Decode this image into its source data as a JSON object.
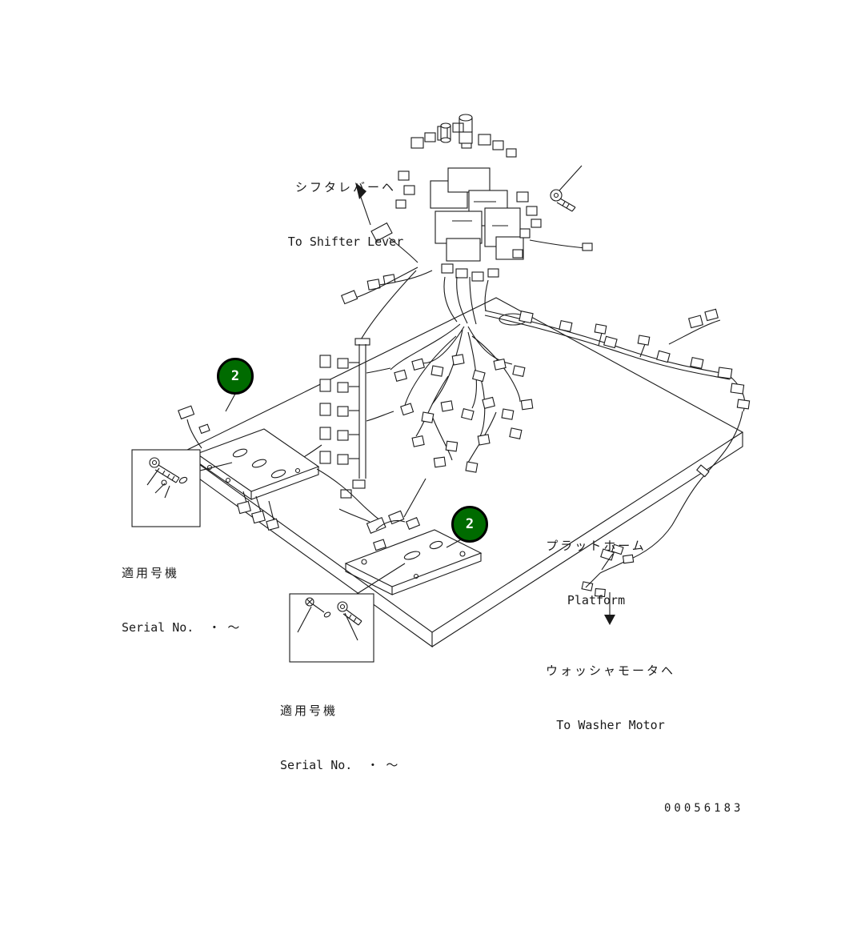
{
  "labels": {
    "to_shifter_lever": {
      "jp": "シフタレバーヘ",
      "en": "To Shifter Lever"
    },
    "platform": {
      "jp": "プラットホーム",
      "en": "Platform"
    },
    "to_washer_motor": {
      "jp": "ウォッシャモータヘ",
      "en": "To Washer Motor"
    },
    "serial_note_1": {
      "jp": "適用号機",
      "en": "Serial No.",
      "range": "・ ～"
    },
    "serial_note_2": {
      "jp": "適用号機",
      "en": "Serial No.",
      "range": "・ ～"
    },
    "drawing_number": "00056183"
  },
  "callouts": [
    {
      "number": "2"
    },
    {
      "number": "2"
    }
  ],
  "colors": {
    "callout_fill": "#006b00",
    "callout_ring": "#000000",
    "callout_text": "#ffffff",
    "line": "#1a1a1a",
    "background": "#ffffff"
  }
}
